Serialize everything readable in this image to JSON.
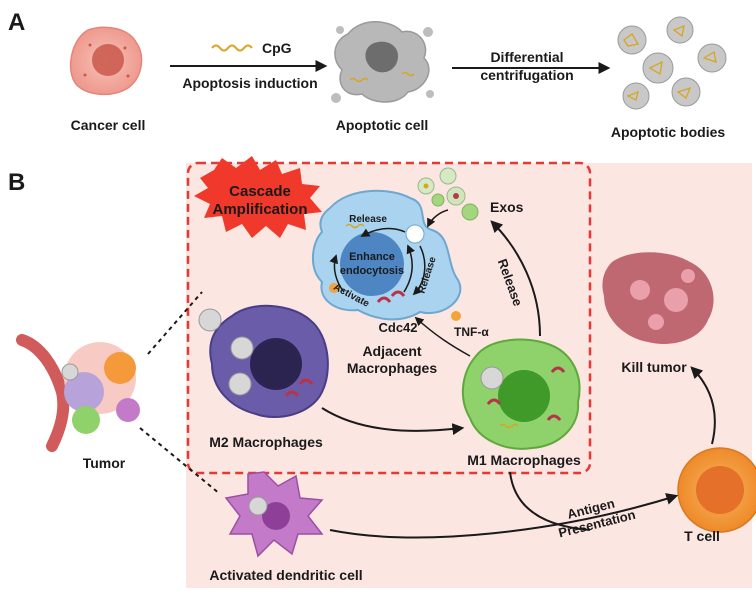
{
  "panels": {
    "a": "A",
    "b": "B"
  },
  "panel_a": {
    "cancer_cell": "Cancer cell",
    "cpg": "CpG",
    "apoptosis_induction": "Apoptosis  induction",
    "apoptotic_cell": "Apoptotic cell",
    "differential_line1": "Differential",
    "differential_line2": "centrifugation",
    "apoptotic_bodies": "Apoptotic bodies"
  },
  "panel_b": {
    "cascade_line1": "Cascade",
    "cascade_line2": "Amplification",
    "exos": "Exos",
    "release_top": "Release",
    "release_right": "Release",
    "release_inner": "Release",
    "enhance_line1": "Enhance",
    "enhance_line2": "endocytosis",
    "activate": "Activate",
    "cdc42": "Cdc42",
    "tnf": "TNF-α",
    "adjacent_line1": "Adjacent",
    "adjacent_line2": "Macrophages",
    "m2": "M2 Macrophages",
    "m1": "M1 Macrophages",
    "tumor": "Tumor",
    "kill_tumor": "Kill tumor",
    "antigen_line1": "Antigen",
    "antigen_line2": "Presentation",
    "t_cell": "T cell",
    "dendritic": "Activated dendritic cell"
  },
  "colors": {
    "background_panel": "#fbe6e2",
    "dashed_box": "#e53935",
    "cascade_burst": "#f0392b",
    "cancer_cell": "#f2a59b",
    "apoptotic_cell": "#b8b8b8",
    "adjacent_macrophage": "#a9d3ee",
    "m2_macrophage": "#6a5ca8",
    "m1_macrophage": "#8fd16a",
    "t_cell": "#f49a3a",
    "dendritic_cell": "#c37ac9",
    "tumor_mass": "#b5515e",
    "cpg": "#d9a520"
  }
}
